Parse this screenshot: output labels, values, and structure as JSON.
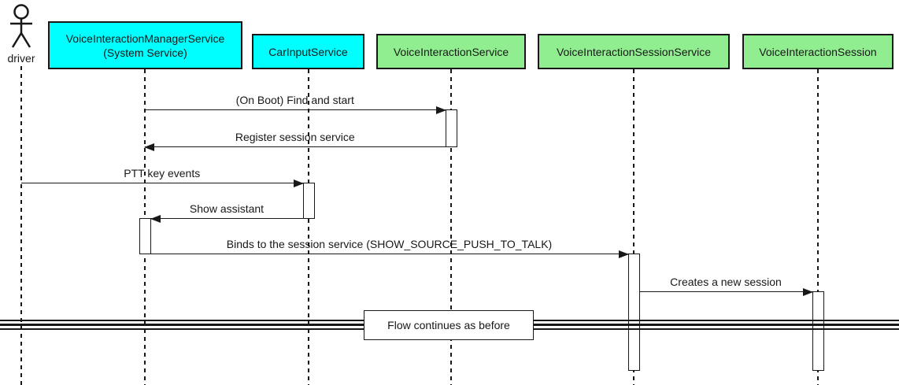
{
  "diagram_type": "uml-sequence-diagram",
  "colors": {
    "participant_cyan": "#00FFFF",
    "participant_green": "#90EE90",
    "line": "#181818",
    "background": "#FFFFFF"
  },
  "actor": {
    "label": "driver"
  },
  "participants": [
    {
      "label": "VoiceInteractionManagerService",
      "sublabel": "(System Service)",
      "color": "#00FFFF"
    },
    {
      "label": "CarInputService",
      "sublabel": "",
      "color": "#00FFFF"
    },
    {
      "label": "VoiceInteractionService",
      "sublabel": "",
      "color": "#90EE90"
    },
    {
      "label": "VoiceInteractionSessionService",
      "sublabel": "",
      "color": "#90EE90"
    },
    {
      "label": "VoiceInteractionSession",
      "sublabel": "",
      "color": "#90EE90"
    }
  ],
  "messages": [
    {
      "label": "(On Boot) Find and start",
      "from": "VoiceInteractionManagerService",
      "to": "VoiceInteractionService",
      "direction": "right"
    },
    {
      "label": "Register session service",
      "from": "VoiceInteractionService",
      "to": "VoiceInteractionManagerService",
      "direction": "left"
    },
    {
      "label": "PTT key events",
      "from": "driver",
      "to": "CarInputService",
      "direction": "right"
    },
    {
      "label": "Show assistant",
      "from": "CarInputService",
      "to": "VoiceInteractionManagerService",
      "direction": "left"
    },
    {
      "label": "Binds to the session service (SHOW_SOURCE_PUSH_TO_TALK)",
      "from": "VoiceInteractionManagerService",
      "to": "VoiceInteractionSessionService",
      "direction": "right"
    },
    {
      "label": "Creates a new session",
      "from": "VoiceInteractionSessionService",
      "to": "VoiceInteractionSession",
      "direction": "right"
    }
  ],
  "divider": {
    "label": "Flow continues as before"
  }
}
